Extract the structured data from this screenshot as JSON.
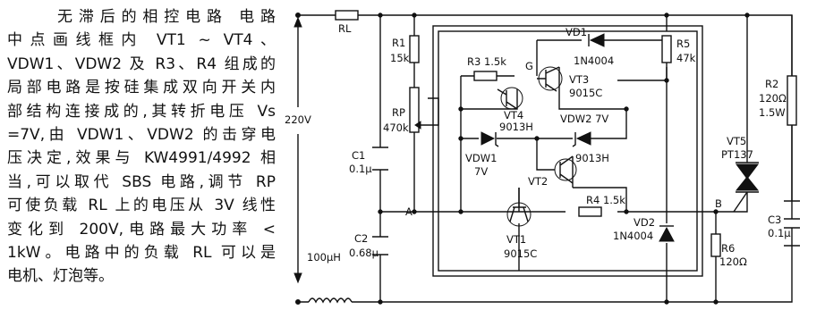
{
  "description": {
    "lines": [
      "无滞后的相控电路  电路",
      "中点画线框内 VT1 ~ VT4、",
      "VDW1、VDW2 及 R3、R4 组成的",
      "局部电路是按硅集成双向开关内",
      "部结构连接成的,其转折电压 Vs",
      "=7V,由 VDW1、VDW2 的击穿电",
      "压决定,效果与 KW4991/4992 相",
      "当,可以取代 SBS 电路,调节 RP",
      "可使负载 RL 上的电压从 3V 线性",
      "变化到 200V,电路最大功率 <",
      "1kW。电路中的负载 RL 可以是",
      "电机、灯泡等。"
    ]
  },
  "circuit": {
    "supply": "220V",
    "components": {
      "rl": "RL",
      "r1_name": "R1",
      "r1_val": "15k",
      "rp_name": "RP",
      "rp_val": "470k",
      "c1_name": "C1",
      "c1_val": "0.1μ",
      "c2_name": "C2",
      "c2_val": "0.68μ",
      "inductor": "100μH",
      "r3": "R3 1.5k",
      "g": "G",
      "vt3_name": "VT3",
      "vt3_val": "9015C",
      "vt4_name": "VT4",
      "vt4_val": "9013H",
      "vd1_name": "VD1",
      "vd1_val": "1N4004",
      "r5_name": "R5",
      "r5_val": "47k",
      "vdw2": "VDW2 7V",
      "vdw1_name": "VDW1",
      "vdw1_val": "7V",
      "vt2_name": "VT2",
      "vt2_val": "9013H",
      "vt1_name": "VT1",
      "vt1_val": "9015C",
      "r4": "R4 1.5k",
      "vd2_name": "VD2",
      "vd2_val": "1N4004",
      "r2_name": "R2",
      "r2_val": "120Ω",
      "r2_pwr": "1.5W",
      "vt5_name": "VT5",
      "vt5_val": "PT137",
      "r6_name": "R6",
      "r6_val": "120Ω",
      "c3_name": "C3",
      "c3_val": "0.1μ",
      "node_a": "A",
      "node_b": "B"
    }
  }
}
